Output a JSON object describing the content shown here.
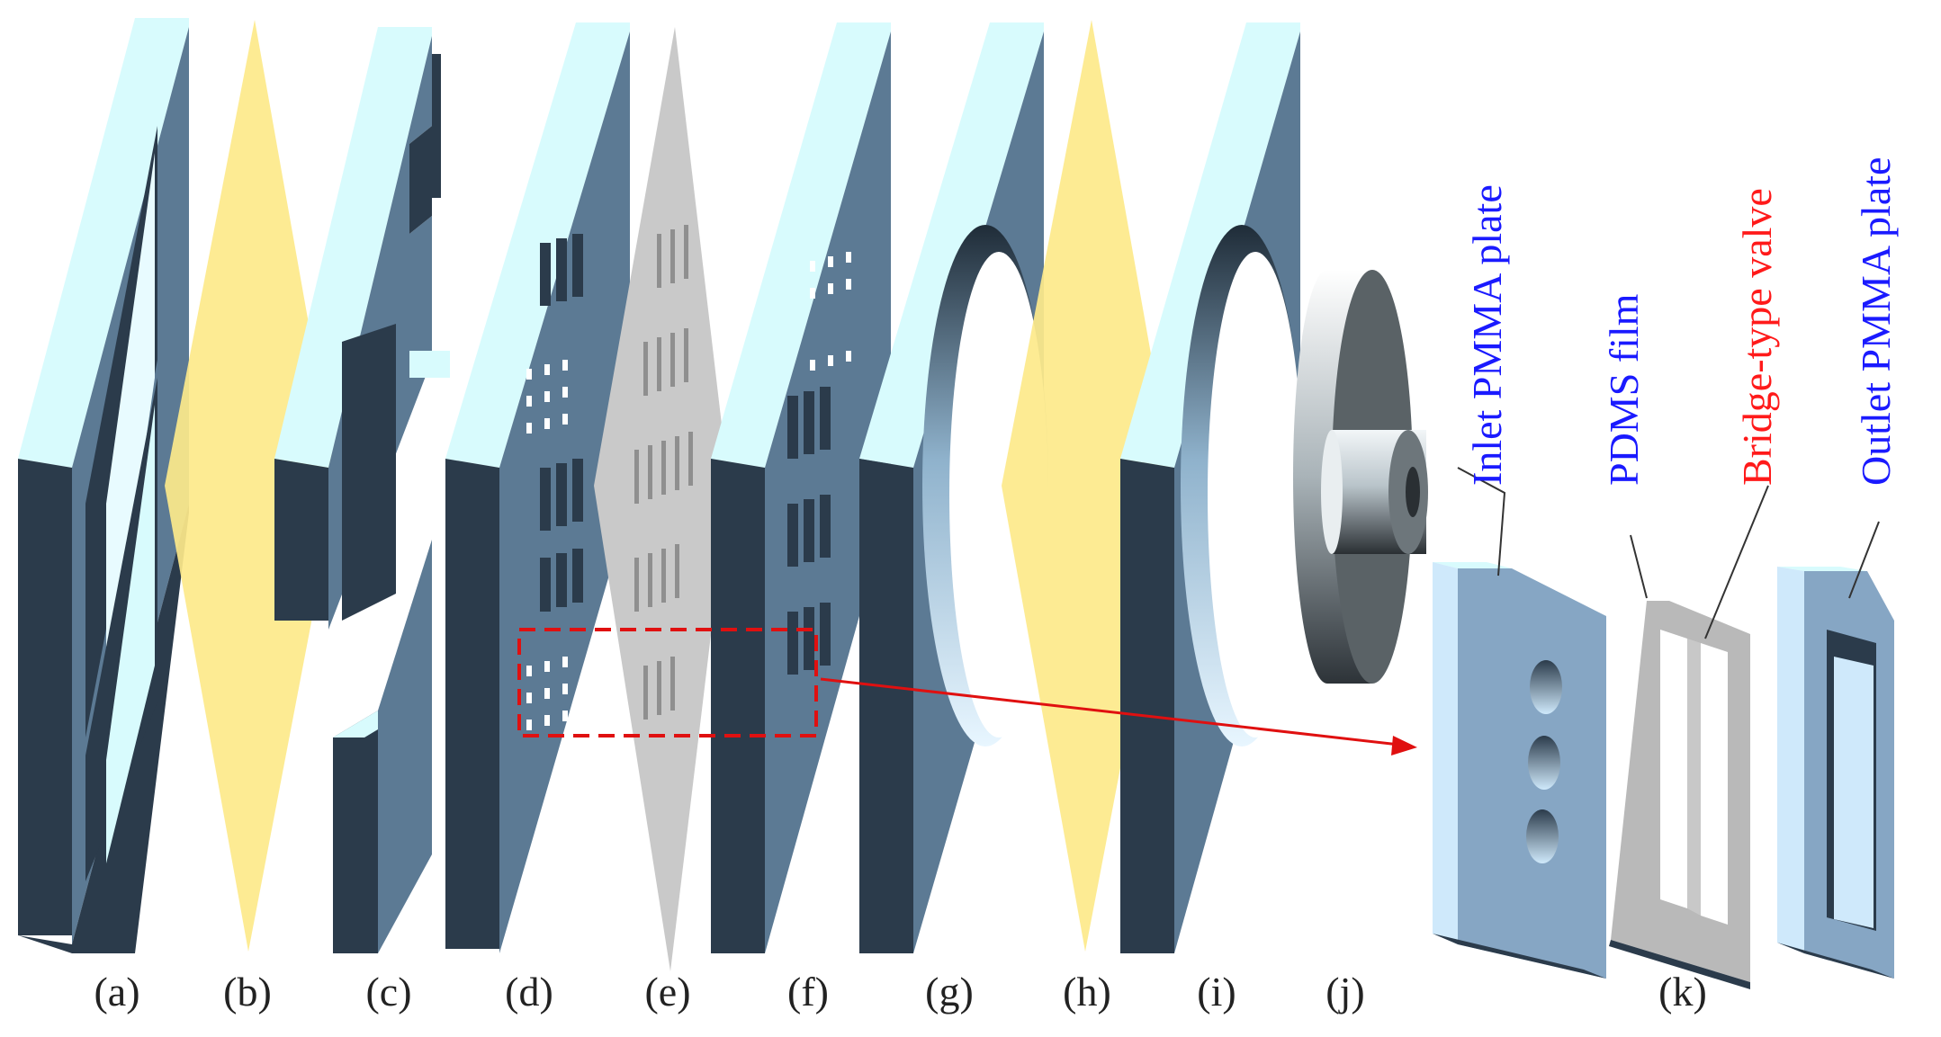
{
  "panel_labels": {
    "a": "(a)",
    "b": "(b)",
    "c": "(c)",
    "d": "(d)",
    "e": "(e)",
    "f": "(f)",
    "g": "(g)",
    "h": "(h)",
    "i": "(i)",
    "j": "(j)",
    "k": "(k)"
  },
  "callouts": {
    "inlet": "Inlet PMMA plate",
    "pdms": "PDMS film",
    "valve": "Bridge-type valve",
    "outlet": "Outlet PMMA plate"
  },
  "colors": {
    "plate_top": "#d8fbfd",
    "plate_face": "#5c7a94",
    "plate_dark": "#2b3b4b",
    "film_yellow": "#fde98a",
    "film_gray": "#c9c9c9",
    "callout_blue": "#1a1aff",
    "callout_red": "#ff1a1a",
    "highlight_red": "#e01010"
  }
}
